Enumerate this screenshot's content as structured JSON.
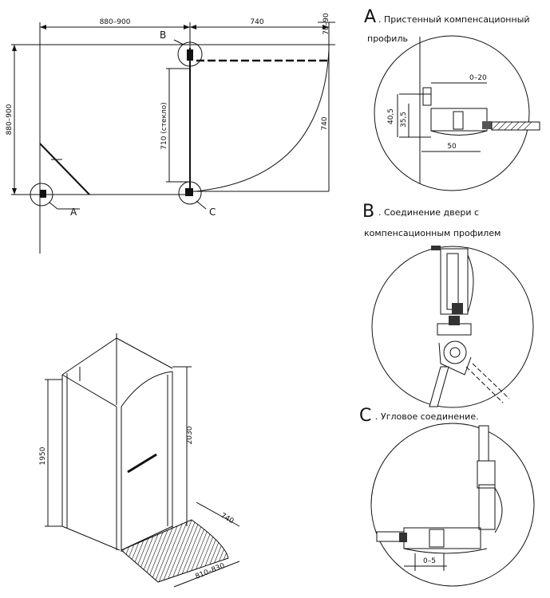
{
  "plan": {
    "dims": {
      "width_left": "880–900",
      "width_right": "740",
      "gap": "70–90",
      "height_left": "880–900",
      "height_right": "740",
      "glass": "710 (стекло)"
    },
    "callouts": {
      "a": "A",
      "b": "B",
      "c": "C"
    }
  },
  "details": {
    "a": {
      "letter": "A",
      "title_1": ". Пристенный компенсационный",
      "title_2": "профиль",
      "dims": [
        "0–20",
        "40,5",
        "35,5",
        "50"
      ]
    },
    "b": {
      "letter": "B",
      "title_1": ". Соединение двери с",
      "title_2": "компенсационным профилем"
    },
    "c": {
      "letter": "C",
      "title_1": ". Угловое соединение.",
      "dims": [
        "0–5"
      ]
    }
  },
  "iso": {
    "dims": {
      "height_front": "1950",
      "height_total": "2030",
      "depth": "740",
      "width": "810–830"
    }
  }
}
